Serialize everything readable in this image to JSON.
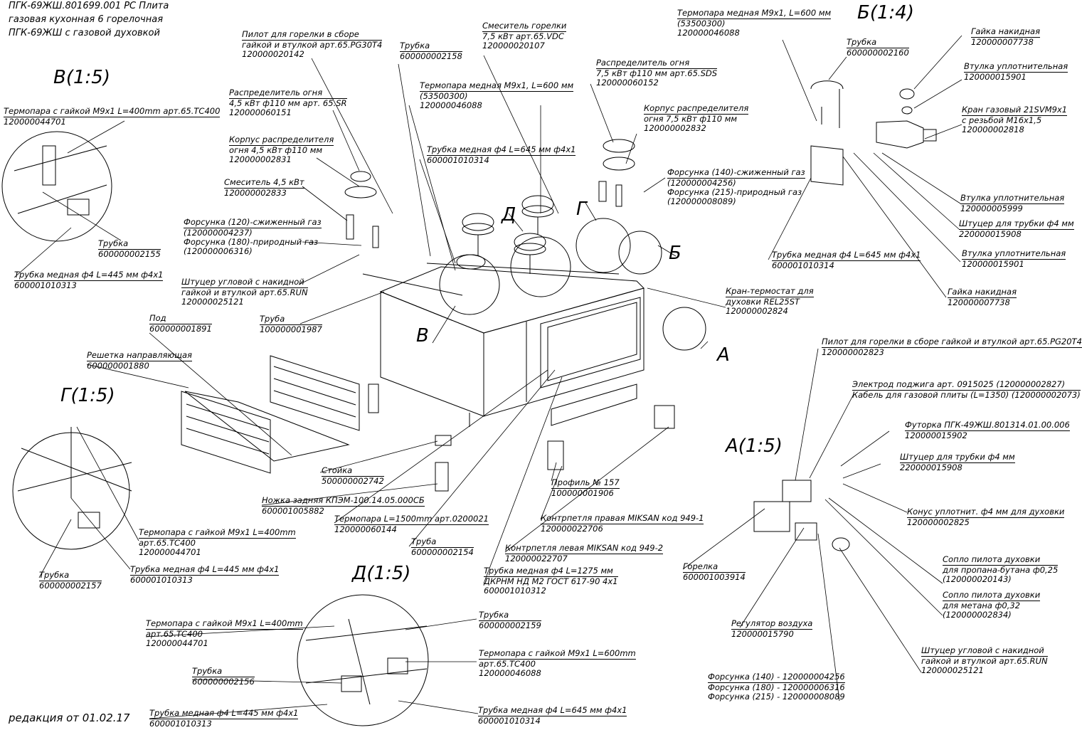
{
  "header": {
    "line1": "ПГК-69ЖШ.801699.001 РС Плита",
    "line2": "газовая кухонная 6 горелочная",
    "line3": "ПГК-69ЖШ с газовой духовкой"
  },
  "revision": "редакция от 01.02.17",
  "views": {
    "v": "В(1:5)",
    "b": "Б(1:4)",
    "g": "Г(1:5)",
    "d": "Д(1:5)",
    "a": "А(1:5)"
  },
  "markers": {
    "v": "В",
    "b": "Б",
    "g": "Г",
    "d": "Д",
    "a": "А"
  },
  "labels": [
    {
      "id": "pilot-30",
      "lines": [
        "Пилот для горелки в сборе",
        "гайкой и втулкой арт.65.PG30T4",
        "120000020142"
      ]
    },
    {
      "id": "tube-2158",
      "lines": [
        "Трубка",
        "600000002158"
      ]
    },
    {
      "id": "mixer-75",
      "lines": [
        "Смеситель горелки",
        "7,5 кВт арт.65.VDC",
        "120000020107"
      ]
    },
    {
      "id": "thermo-top",
      "lines": [
        "Термопара медная М9х1, L=600 мм",
        "(53500300)",
        "120000046088"
      ]
    },
    {
      "id": "dist-75",
      "lines": [
        "Распределитель огня",
        "7,5 кВт ф110 мм арт.65.SDS",
        "120000060152"
      ]
    },
    {
      "id": "tube-2160",
      "lines": [
        "Трубка",
        "600000002160"
      ]
    },
    {
      "id": "nut-top",
      "lines": [
        "Гайка накидная",
        "120000007738"
      ]
    },
    {
      "id": "bush-top",
      "lines": [
        "Втулка уплотнительная",
        "120000015901"
      ]
    },
    {
      "id": "valve",
      "lines": [
        "Кран газовый 21SVM9x1",
        "с резьбой М16х1,5",
        "120000002818"
      ]
    },
    {
      "id": "thermo-v",
      "lines": [
        "Термопара с гайкой М9х1 L=400mm арт.65.TC400",
        "120000044701"
      ]
    },
    {
      "id": "dist-45",
      "lines": [
        "Распределитель огня",
        "4,5 кВт ф110 мм арт. 65.SR",
        "120000060151"
      ]
    },
    {
      "id": "thermo-mid",
      "lines": [
        "Термопара медная М9х1, L=600 мм",
        "(53500300)",
        "120000046088"
      ]
    },
    {
      "id": "body-75",
      "lines": [
        "Корпус распределителя",
        "огня 7,5 кВт ф110 мм",
        "120000002832"
      ]
    },
    {
      "id": "body-45",
      "lines": [
        "Корпус распределителя",
        "огня 4,5 кВт ф110 мм",
        "120000002831"
      ]
    },
    {
      "id": "tube-645-mid",
      "lines": [
        "Трубка медная ф4 L=645 мм ф4х1",
        "600001010314"
      ]
    },
    {
      "id": "mixer-45",
      "lines": [
        "Смеситель 4,5 кВт",
        "120000002833"
      ]
    },
    {
      "id": "nozzle-140",
      "lines": [
        "Форсунка (140)-сжиженный газ",
        "(120000004256)",
        "Форсунка (215)-природный газ",
        "(120000008089)"
      ]
    },
    {
      "id": "bush-5999",
      "lines": [
        "Втулка уплотнительная",
        "120000005999"
      ]
    },
    {
      "id": "fitting-top",
      "lines": [
        "Штуцер для трубки ф4 мм",
        "220000015908"
      ]
    },
    {
      "id": "bush-5901b",
      "lines": [
        "Втулка уплотнительная",
        "120000015901"
      ]
    },
    {
      "id": "nut-bottom",
      "lines": [
        "Гайка накидная",
        "120000007738"
      ]
    },
    {
      "id": "nozzle-120",
      "lines": [
        "Форсунка (120)-сжиженный газ",
        "(120000004237)",
        "Форсунка (180)-природный газ",
        "(120000006316)"
      ]
    },
    {
      "id": "tube-v",
      "lines": [
        "Трубка",
        "600000002155"
      ]
    },
    {
      "id": "tube-445-v",
      "lines": [
        "Трубка медная ф4 L=445 мм ф4х1",
        "600001010313"
      ]
    },
    {
      "id": "elbow",
      "lines": [
        "Штуцер угловой с накидной",
        "гайкой и втулкой арт.65.RUN",
        "120000025121"
      ]
    },
    {
      "id": "pipe-1987",
      "lines": [
        "Труба",
        "100000001987"
      ]
    },
    {
      "id": "tube-645-b",
      "lines": [
        "Трубка медная ф4 L=645 мм ф4х1",
        "600001010314"
      ]
    },
    {
      "id": "thermostat",
      "lines": [
        "Кран-термостат для",
        "духовки REL25ST",
        "120000002824"
      ]
    },
    {
      "id": "hearth",
      "lines": [
        "Под",
        "600000001891"
      ]
    },
    {
      "id": "grid",
      "lines": [
        "Решетка направляющая",
        "600000001880"
      ]
    },
    {
      "id": "pilot-20",
      "lines": [
        "Пилот для горелки в сборе гайкой и втулкой арт.65.PG20T4",
        "120000002823"
      ]
    },
    {
      "id": "electrode",
      "lines": [
        "Электрод поджига арт. 0915025 (120000002827)",
        "Кабель для газовой плиты (L=1350) (120000002073)"
      ]
    },
    {
      "id": "lining",
      "lines": [
        "Футорка ПГК-49ЖШ.801314.01.00.006",
        "120000015902"
      ]
    },
    {
      "id": "fitting-a",
      "lines": [
        "Штуцер для трубки ф4 мм",
        "220000015908"
      ]
    },
    {
      "id": "stand",
      "lines": [
        "Стойка",
        "500000002742"
      ]
    },
    {
      "id": "profile",
      "lines": [
        "Профиль № 157",
        "100000001906"
      ]
    },
    {
      "id": "leg",
      "lines": [
        "Ножка задняя КПЭМ-100.14.05.000СБ",
        "600001005882"
      ]
    },
    {
      "id": "hinge-r",
      "lines": [
        "Контрпетля правая MIKSAN код 949-1",
        "120000022706"
      ]
    },
    {
      "id": "cone",
      "lines": [
        "Конус уплотнит. ф4 мм для духовки",
        "120000002825"
      ]
    },
    {
      "id": "thermo-1500",
      "lines": [
        "Термопара L=1500mm арт.0200021",
        "120000060144"
      ]
    },
    {
      "id": "thermo-g",
      "lines": [
        "Термопара с гайкой М9х1 L=400mm",
        "арт.65.TC400",
        "120000044701"
      ]
    },
    {
      "id": "pipe-2154",
      "lines": [
        "Труба",
        "600000002154"
      ]
    },
    {
      "id": "hinge-l",
      "lines": [
        "Контрпетля левая MIKSAN код 949-2",
        "120000022707"
      ]
    },
    {
      "id": "tube-445-g",
      "lines": [
        "Трубка медная ф4 L=445 мм ф4х1",
        "600001010313"
      ]
    },
    {
      "id": "tube-1275",
      "lines": [
        "Трубка медная ф4 L=1275 мм",
        "ДКРНМ НД М2 ГОСТ 617-90 4х1",
        "600001010312"
      ]
    },
    {
      "id": "burner",
      "lines": [
        "Горелка",
        "600001003914"
      ]
    },
    {
      "id": "jet-025",
      "lines": [
        "Сопло пилота духовки",
        "для пропана-бутана ф0,25",
        "(120000020143)"
      ]
    },
    {
      "id": "tube-g",
      "lines": [
        "Трубка",
        "600000002157"
      ]
    },
    {
      "id": "jet-032",
      "lines": [
        "Сопло пилота духовки",
        "для метана ф0,32",
        "(120000002834)"
      ]
    },
    {
      "id": "tube-2159",
      "lines": [
        "Трубка",
        "600000002159"
      ]
    },
    {
      "id": "thermo-d",
      "lines": [
        "Термопара с гайкой М9х1 L=400mm",
        "арт.65.TC400",
        "120000044701"
      ]
    },
    {
      "id": "air-reg",
      "lines": [
        "Регулятор воздуха",
        "120000015790"
      ]
    },
    {
      "id": "thermo-d600",
      "lines": [
        "Термопара с гайкой М9х1 L=600mm",
        "арт.65.TC400",
        "120000046088"
      ]
    },
    {
      "id": "elbow-a",
      "lines": [
        "Штуцер угловой с накидной",
        "гайкой и втулкой арт.65.RUN",
        "120000025121"
      ]
    },
    {
      "id": "tube-d",
      "lines": [
        "Трубка",
        "600000002156"
      ]
    },
    {
      "id": "nozzles-a",
      "lines": [
        "Форсунка (140) - 120000004256",
        "Форсунка (180) - 120000006316",
        "Форсунка (215) - 120000008089"
      ]
    },
    {
      "id": "tube-445-d",
      "lines": [
        "Трубка медная ф4 L=445 мм ф4х1",
        "600001010313"
      ]
    },
    {
      "id": "tube-645-d",
      "lines": [
        "Трубка медная ф4 L=645 мм ф4х1",
        "600001010314"
      ]
    }
  ]
}
